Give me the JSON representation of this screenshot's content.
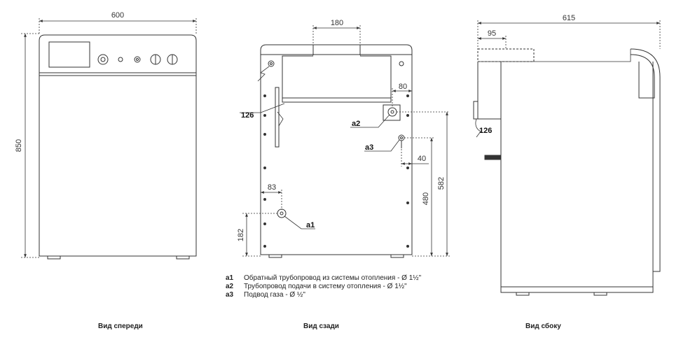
{
  "dimensions": {
    "front_width": "600",
    "front_height": "850",
    "rear_flue_width": "180",
    "rear_80": "80",
    "rear_40": "40",
    "rear_83": "83",
    "rear_182": "182",
    "rear_480": "480",
    "rear_582": "582",
    "side_depth": "615",
    "side_95": "95"
  },
  "callouts": {
    "c126": "126",
    "a1": "a1",
    "a2": "a2",
    "a3": "a3"
  },
  "legend": [
    {
      "code": "a1",
      "text": "Обратный трубопровод из системы отопления - Ø 1½\""
    },
    {
      "code": "a2",
      "text": "Трубопровод подачи в систему отопления - Ø 1½\""
    },
    {
      "code": "a3",
      "text": "Подвод газа - Ø ½\""
    }
  ],
  "captions": {
    "front": "Вид спереди",
    "rear": "Вид сзади",
    "side": "Вид сбоку"
  }
}
